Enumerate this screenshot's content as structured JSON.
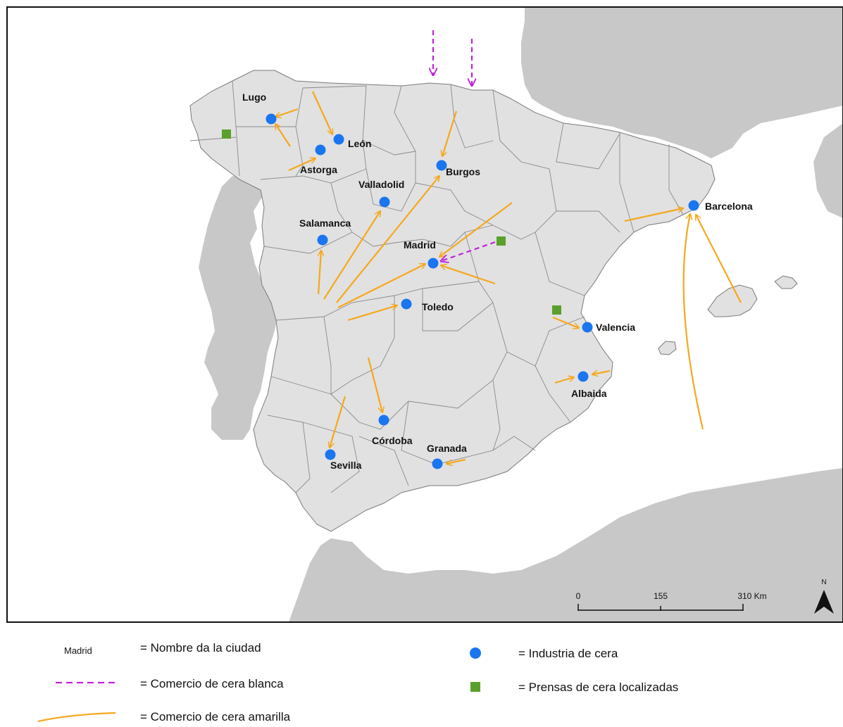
{
  "colors": {
    "sea": "#ffffff",
    "land_outer": "#c8c8c8",
    "spain": "#e1e1e1",
    "border": "#7a7a7a",
    "city_dot": "#1a75f0",
    "press": "#5aa02c",
    "yellow_trade": "#f5a81c",
    "white_trade": "#c024d8"
  },
  "cities": [
    {
      "name": "Lugo"
    },
    {
      "name": "León"
    },
    {
      "name": "Astorga"
    },
    {
      "name": "Burgos"
    },
    {
      "name": "Valladolid"
    },
    {
      "name": "Salamanca"
    },
    {
      "name": "Madrid"
    },
    {
      "name": "Toledo"
    },
    {
      "name": "Barcelona"
    },
    {
      "name": "Valencia"
    },
    {
      "name": "Albaida"
    },
    {
      "name": "Córdoba"
    },
    {
      "name": "Sevilla"
    },
    {
      "name": "Granada"
    }
  ],
  "scale_bar": {
    "labels": [
      "0",
      "155",
      "310 Km"
    ]
  },
  "north_arrow": {
    "label": "N",
    "icon": "north-arrow-icon"
  },
  "legend": {
    "city_name_example": "Madrid",
    "city_name_text": "= Nombre da la ciudad",
    "white_trade_text": "= Comercio de cera blanca",
    "yellow_trade_text": "= Comercio de cera amarilla",
    "industry_text": "= Industria de cera",
    "press_text": "= Prensas de cera localizadas"
  }
}
